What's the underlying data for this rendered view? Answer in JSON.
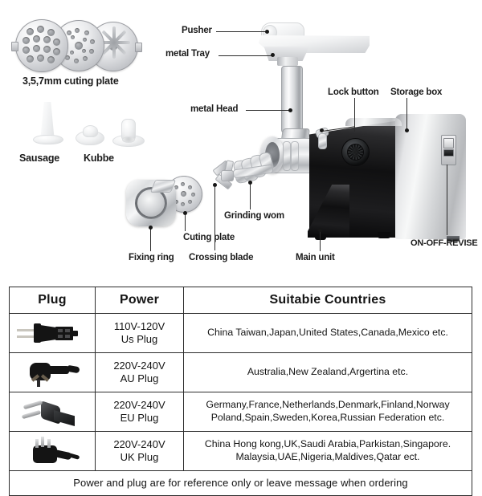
{
  "diagram": {
    "parts_labels": {
      "cutting_plates": "3,5,7mm cuting plate",
      "sausage": "Sausage",
      "kubbe": "Kubbe",
      "pusher": "Pusher",
      "metal_tray": "metal Tray",
      "metal_head": "metal Head",
      "lock_button": "Lock button",
      "storage_box": "Storage box",
      "fixing_ring": "Fixing ring",
      "cutting_plate": "Cuting plate",
      "crossing_blade": "Crossing blade",
      "grinding_worm": "Grinding wom",
      "main_unit": "Main unit",
      "switch": "ON-OFF-REVISE"
    }
  },
  "table": {
    "headers": [
      "Plug",
      "Power",
      "Suitabie Countries"
    ],
    "rows": [
      {
        "plug_icon": "us-plug-icon",
        "power": "110V-120V\nUs Plug",
        "power_line1": "110V-120V",
        "power_line2": "Us Plug",
        "countries": "China Taiwan,Japan,United States,Canada,Mexico etc."
      },
      {
        "plug_icon": "au-plug-icon",
        "power_line1": "220V-240V",
        "power_line2": "AU Plug",
        "countries": "Australia,New Zealand,Argertina etc."
      },
      {
        "plug_icon": "eu-plug-icon",
        "power_line1": "220V-240V",
        "power_line2": "EU Plug",
        "countries": "Germany,France,Netherlands,Denmark,Finland,Norway Poland,Spain,Sweden,Korea,Russian Federation etc."
      },
      {
        "plug_icon": "uk-plug-icon",
        "power_line1": "220V-240V",
        "power_line2": "UK Plug",
        "countries": "China Hong kong,UK,Saudi Arabia,Parkistan,Singapore. Malaysia,UAE,Nigeria,Maldives,Qatar ect."
      }
    ],
    "footer_note": "Power and plug are for reference only or leave message when ordering"
  },
  "colors": {
    "background": "#ffffff",
    "text": "#141414",
    "border": "#2d2d2d",
    "metal_light": "#f2f3f4",
    "metal_dark": "#9fa2a6",
    "body_black": "#101011"
  }
}
